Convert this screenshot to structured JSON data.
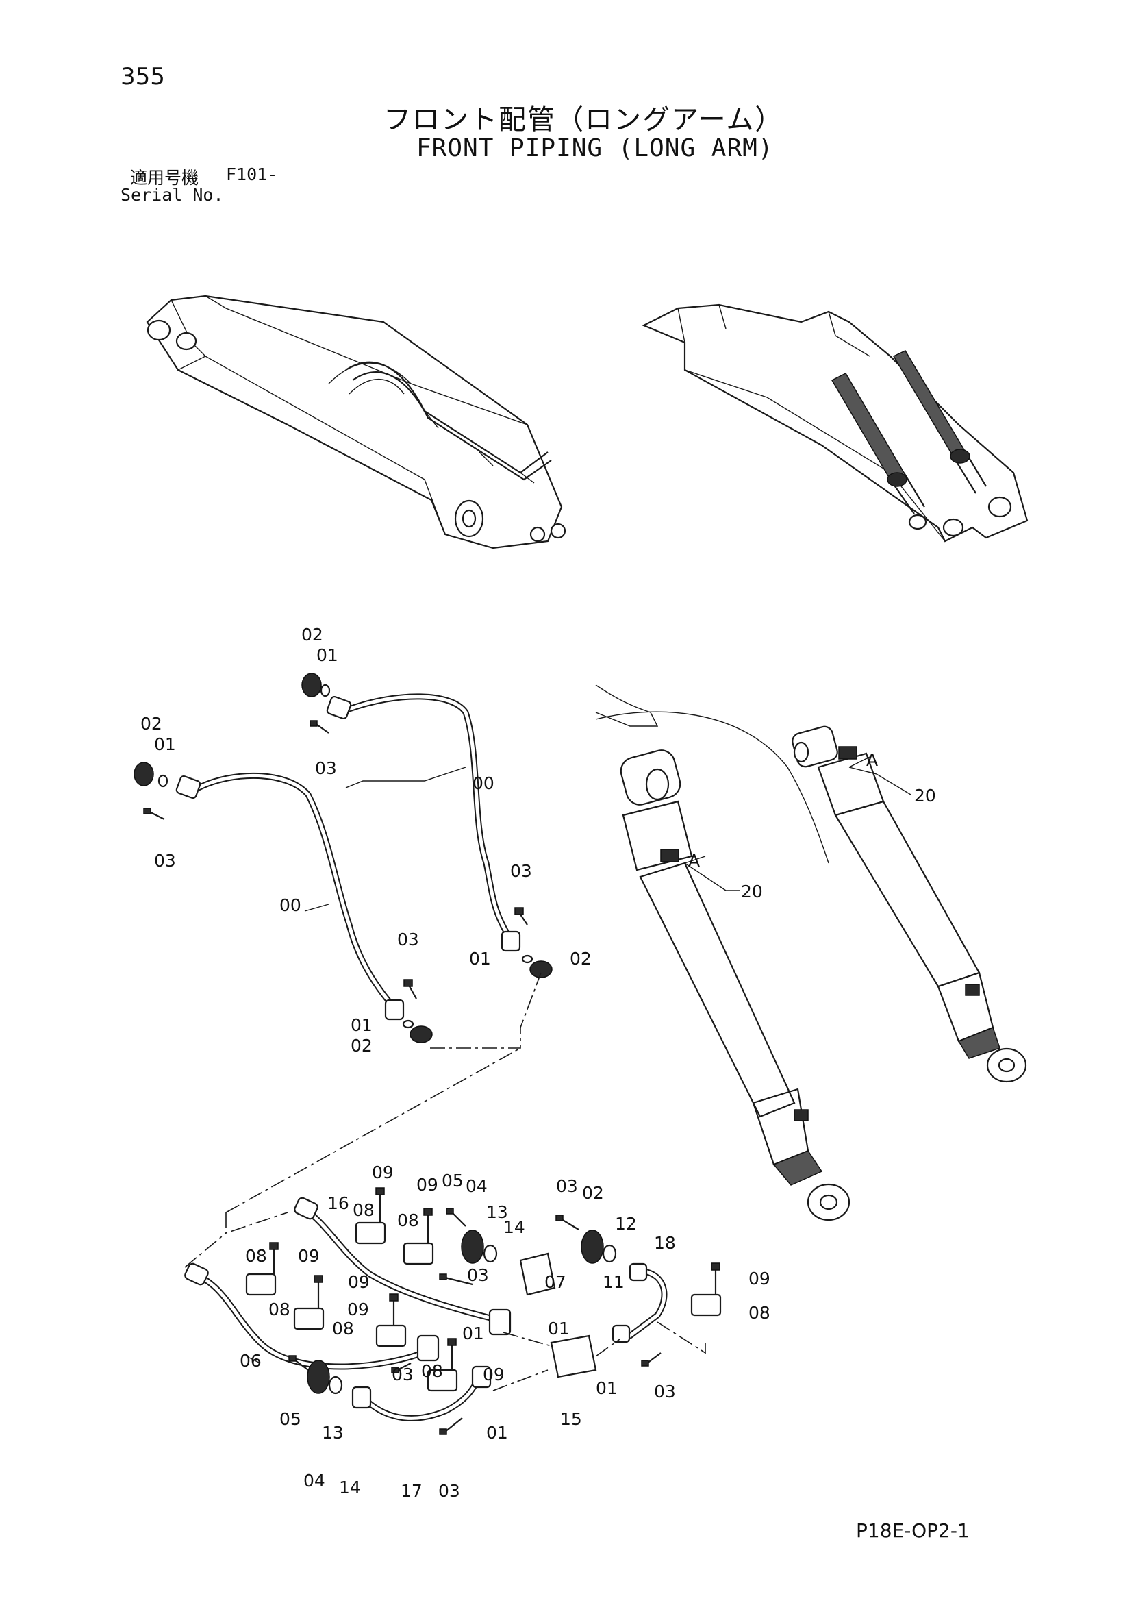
{
  "page": {
    "number": "355",
    "title_jp": "フロント配管（ロングアーム）",
    "title_en": "FRONT PIPING (LONG ARM)",
    "serial_label_jp": "適用号機",
    "serial_model": "F101-",
    "serial_label_en": "Serial No.",
    "drawing_code": "P18E-OP2-1"
  },
  "callouts": {
    "p00": "00",
    "p01": "01",
    "p02": "02",
    "p03": "03",
    "p04": "04",
    "p05": "05",
    "p06": "06",
    "p07": "07",
    "p08": "08",
    "p09": "09",
    "p11": "11",
    "p12": "12",
    "p13": "13",
    "p14": "14",
    "p15": "15",
    "p16": "16",
    "p17": "17",
    "p18": "18",
    "p20": "20",
    "detail_a": "A"
  }
}
